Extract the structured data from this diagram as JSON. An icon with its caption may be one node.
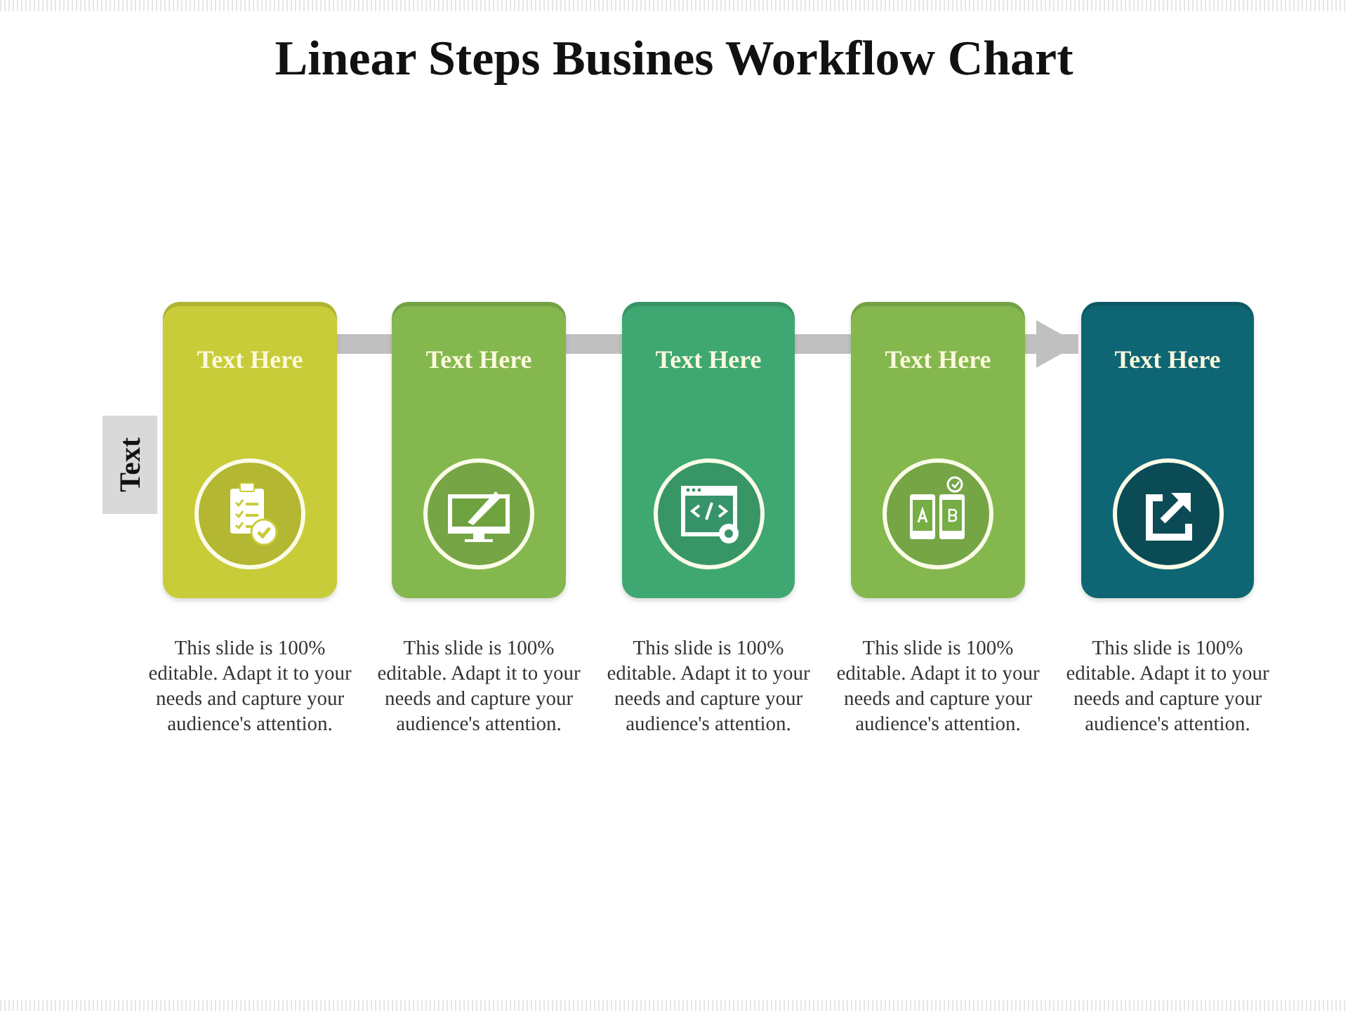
{
  "diagram": {
    "title": "Linear Steps Busines Workflow Chart",
    "nodes": [
      {
        "text": [
          "Text Here"
        ],
        "beside": [
          "This slide is 100% editable. Adapt it to your needs and capture your audience's attention."
        ]
      },
      {
        "text": [
          "Text Here"
        ],
        "beside": [
          "This slide is 100% editable. Adapt it to your needs and capture your audience's attention."
        ]
      },
      {
        "text": [
          "Text Here"
        ],
        "beside": [
          "This slide is 100% editable. Adapt it to your needs and capture your audience's attention."
        ]
      },
      {
        "text": [
          "Text Here"
        ],
        "beside": [
          "This slide is 100% editable. Adapt it to your needs and capture your audience's attention."
        ]
      },
      {
        "text": [
          "Text Here"
        ],
        "beside": [
          "This slide is 100% editable. Adapt it to your needs and capture your audience's attention."
        ]
      },
      {
        "text": [
          "Text"
        ]
      }
    ],
    "edges": [
      {
        "from": 0,
        "to": 1,
        "arrow": "none"
      },
      {
        "from": 1,
        "to": 2,
        "arrow": "none"
      },
      {
        "from": 2,
        "to": 3,
        "arrow": "none"
      },
      {
        "from": 3,
        "to": 4,
        "arrow": "to"
      }
    ]
  }
}
